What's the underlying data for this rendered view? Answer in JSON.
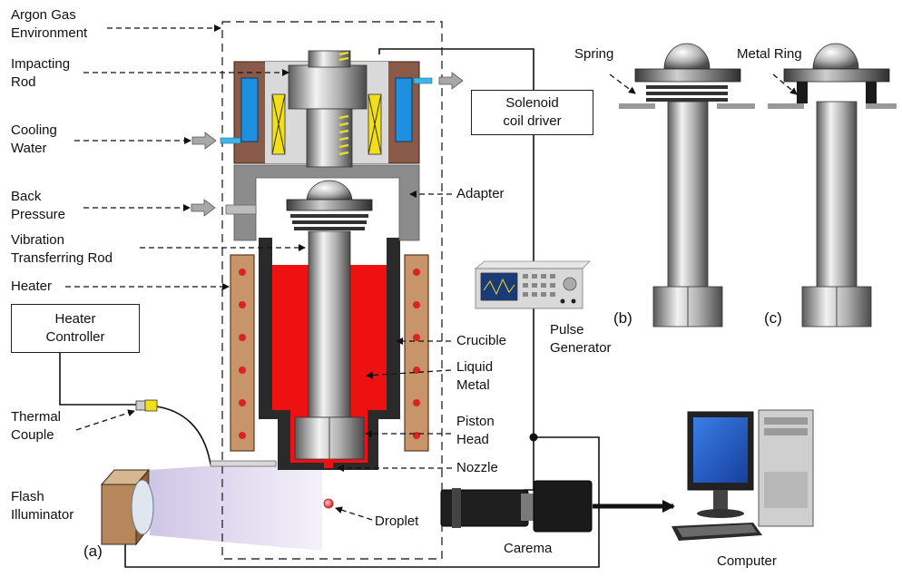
{
  "labels": {
    "argon": "Argon Gas\nEnvironment",
    "impacting_rod": "Impacting\nRod",
    "cooling_water": "Cooling\nWater",
    "back_pressure": "Back\nPressure",
    "vibration_rod": "Vibration\nTransferring Rod",
    "heater": "Heater",
    "heater_controller": "Heater\nController",
    "thermal_couple": "Thermal\nCouple",
    "flash_illuminator": "Flash\nIlluminator",
    "panel_a": "(a)",
    "droplet": "Droplet",
    "carema": "Carema",
    "computer": "Computer",
    "nozzle": "Nozzle",
    "piston_head": "Piston\nHead",
    "liquid_metal": "Liquid\nMetal",
    "crucible": "Crucible",
    "adapter": "Adapter",
    "solenoid": "Solenoid\ncoil driver",
    "pulse_generator": "Pulse\nGenerator",
    "spring": "Spring",
    "metal_ring": "Metal Ring",
    "panel_b": "(b)",
    "panel_c": "(c)"
  },
  "colors": {
    "liquid_metal": "#ee1111",
    "heater_body": "#c8946a",
    "heater_dots": "#dd2222",
    "solenoid_housing": "#8a5a48",
    "coil_blue": "#1f8fe0",
    "coil_yellow": "#f2df1a",
    "crucible_wall": "#2a2a2a",
    "adapter_gray": "#8c8c8c",
    "cooling_pipe": "#3fb6e6",
    "monitor_blue": "#1e5fd0",
    "light_beam": "#e4ddf0"
  }
}
